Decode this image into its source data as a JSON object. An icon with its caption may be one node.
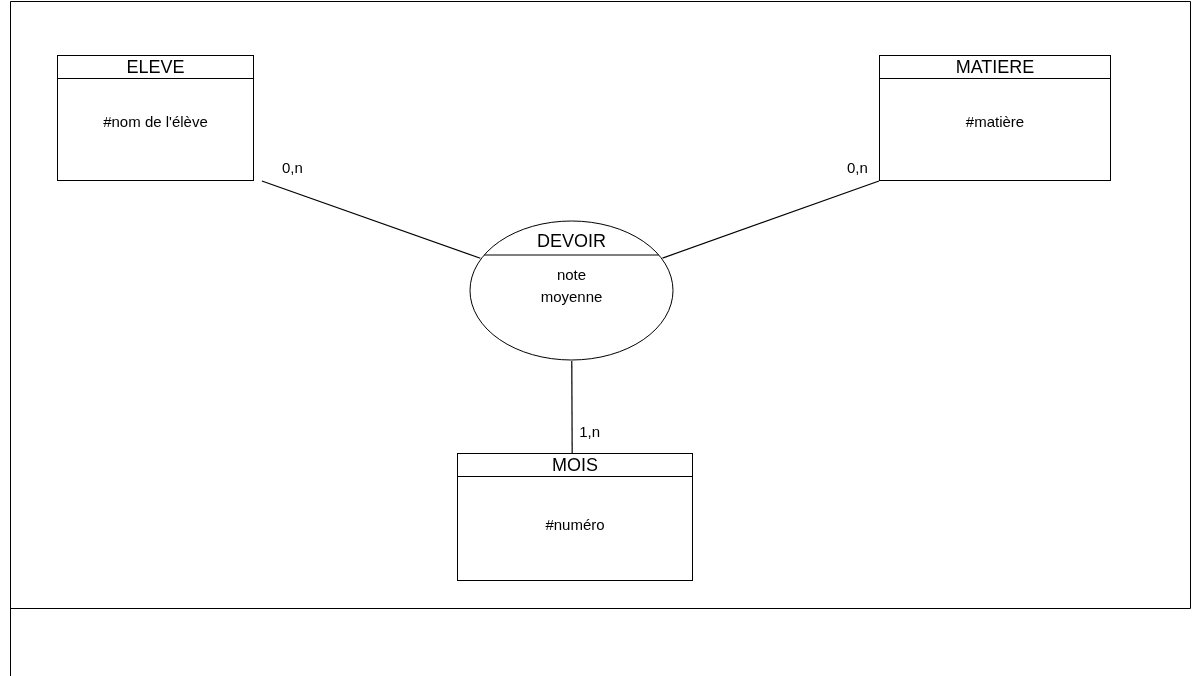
{
  "diagram": {
    "nodes": [
      {
        "text": [
          "ELEVE",
          "#nom de l'élève"
        ]
      },
      {
        "text": [
          "MATIERE",
          "#matière"
        ]
      },
      {
        "text": [
          "DEVOIR",
          "note moyenne"
        ]
      },
      {
        "text": [
          "MOIS",
          "#numéro"
        ]
      }
    ],
    "edges": [
      {
        "from": 0,
        "to": 2,
        "arrow": "none",
        "label": "0,n"
      },
      {
        "from": 1,
        "to": 2,
        "arrow": "none",
        "label": "0,n"
      },
      {
        "from": 3,
        "to": 2,
        "arrow": "none",
        "label": "1,n"
      }
    ]
  }
}
